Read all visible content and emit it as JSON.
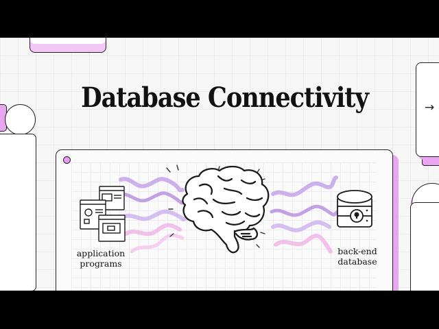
{
  "slide": {
    "title": "Database Connectivity"
  },
  "diagram": {
    "left_label": "application\nprograms",
    "right_label": "back-end\ndatabase",
    "left_icon": "application-windows-icon",
    "center_icon": "brain-icon",
    "right_icon": "database-lock-icon"
  },
  "navigation": {
    "next_arrow": "→"
  },
  "colors": {
    "accent_pink": "#e9a6f0",
    "wave_purple": "#b48be0",
    "wave_pink": "#f0b6e6",
    "ink": "#1a1a1a",
    "background": "#f6f6f6"
  }
}
